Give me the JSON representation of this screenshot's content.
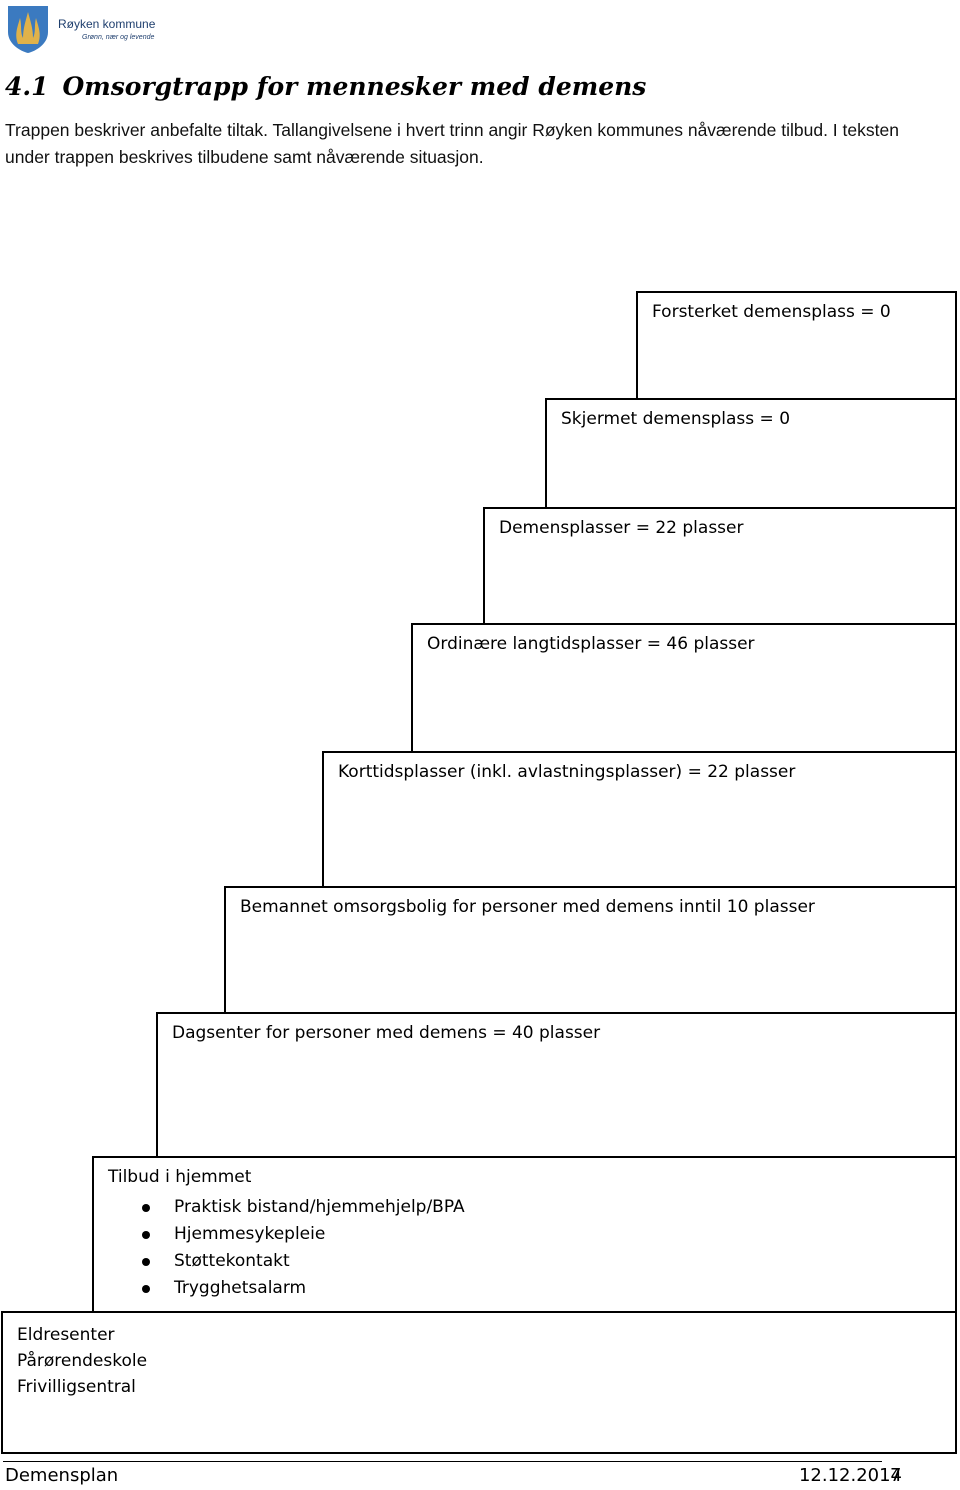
{
  "header": {
    "logo_name": "Røyken kommune",
    "logo_tagline": "Grønn, nær og levende",
    "logo_colors": {
      "shield": "#3b7ac0",
      "flame": "#e0b24a"
    }
  },
  "section": {
    "number": "4.1",
    "title": "Omsorgtrapp for mennesker med demens"
  },
  "intro": "Trappen beskriver anbefalte tiltak. Tallangivelsene i hvert trinn angir Røyken kommunes nåværende tilbud. I teksten under trappen beskrives tilbudene samt nåværende situasjon.",
  "steps": [
    {
      "label": "Forsterket demensplass = 0"
    },
    {
      "label": "Skjermet demensplass = 0"
    },
    {
      "label": "Demensplasser = 22 plasser"
    },
    {
      "label": "Ordinære langtidsplasser = 46 plasser"
    },
    {
      "label": "Korttidsplasser (inkl. avlastningsplasser)  = 22 plasser"
    },
    {
      "label": "Bemannet omsorgsbolig for personer med demens inntil 10 plasser"
    },
    {
      "label": "Dagsenter for personer med demens = 40 plasser"
    },
    {
      "label": "Tilbud i hjemmet",
      "items": [
        "Praktisk bistand/hjemmehjelp/BPA",
        "Hjemmesykepleie",
        "Støttekontakt",
        "Trygghetsalarm"
      ]
    },
    {
      "lines": [
        "Eldresenter",
        "Pårørendeskole",
        "Frivilligsentral"
      ]
    }
  ],
  "footer": {
    "doc_title": "Demensplan",
    "date": "12.12.2014",
    "page": "7"
  }
}
